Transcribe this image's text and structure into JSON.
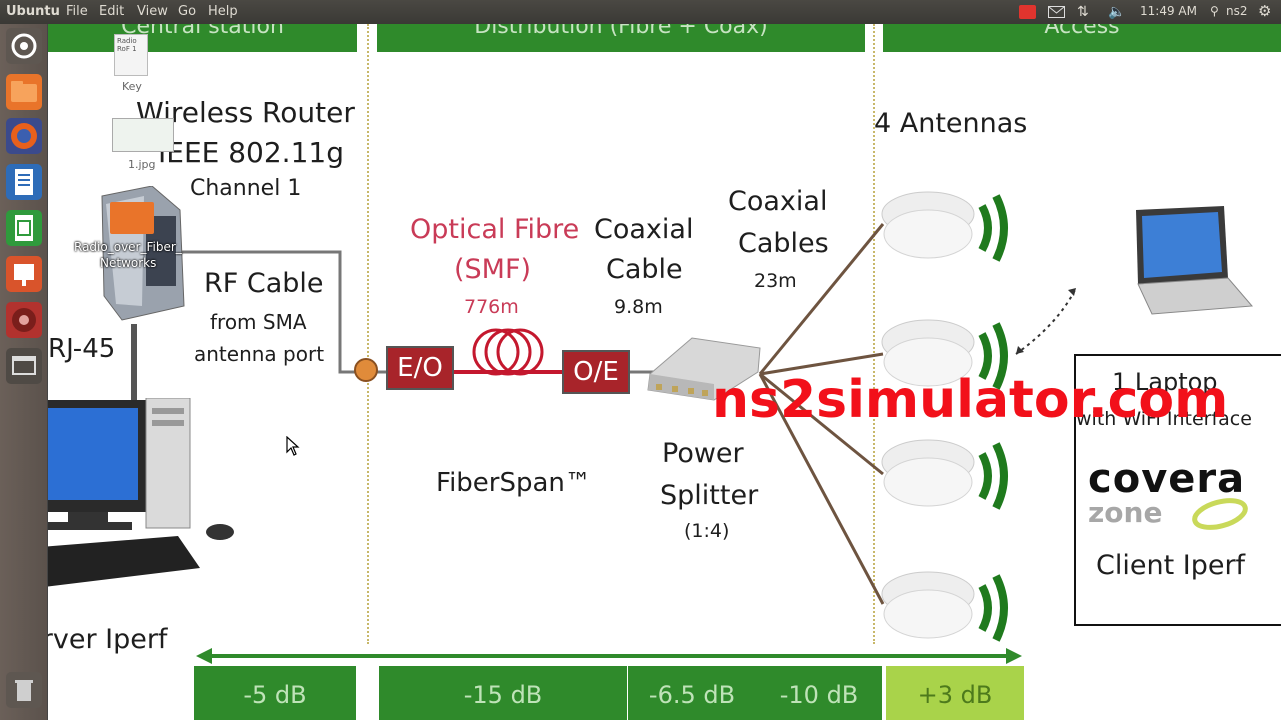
{
  "topbar": {
    "os_title": "Ubuntu",
    "menus": [
      "File",
      "Edit",
      "View",
      "Go",
      "Help"
    ],
    "clock": "11:49 AM",
    "user": "ns2"
  },
  "desktop_files": [
    {
      "thumb1": "Radio",
      "thumb2": "RoF 1",
      "name": "Key"
    },
    {
      "name": "1.jpg"
    },
    {
      "line1": "Radio_over_Fiber_",
      "line2": "Networks"
    }
  ],
  "slide": {
    "bands": [
      "Central station",
      "Distribution (Fibre + Coax)",
      "Access"
    ],
    "router": {
      "title": "Wireless Router",
      "standard": "IEEE 802.11g",
      "channel": "Channel 1"
    },
    "rf_cable": {
      "title": "RF Cable",
      "line1": "from SMA",
      "line2": "antenna port"
    },
    "rj45": "RJ-45",
    "server_label": "Server Iperf",
    "optical": {
      "title": "Optical Fibre",
      "type": "(SMF)",
      "length": "776m"
    },
    "coax1": {
      "line1": "Coaxial",
      "line2": "Cable",
      "length": "9.8m"
    },
    "coax2": {
      "line1": "Coaxial",
      "line2": "Cables",
      "length": "23m"
    },
    "eo": "E/O",
    "oe": "O/E",
    "fiberspan": "FiberSpan™",
    "splitter": {
      "line1": "Power",
      "line2": "Splitter",
      "ratio": "(1:4)"
    },
    "antennas_label": "4 Antennas",
    "client": {
      "laptop": "1 Laptop",
      "interface": "with WiFi Interface",
      "logo1": "covera",
      "logo2": "zone",
      "iperf": "Client Iperf"
    },
    "watermark": "ns2simulator.com",
    "db": [
      "-5 dB",
      "-15 dB",
      "-6.5 dB",
      "-10 dB",
      "+3 dB"
    ]
  }
}
